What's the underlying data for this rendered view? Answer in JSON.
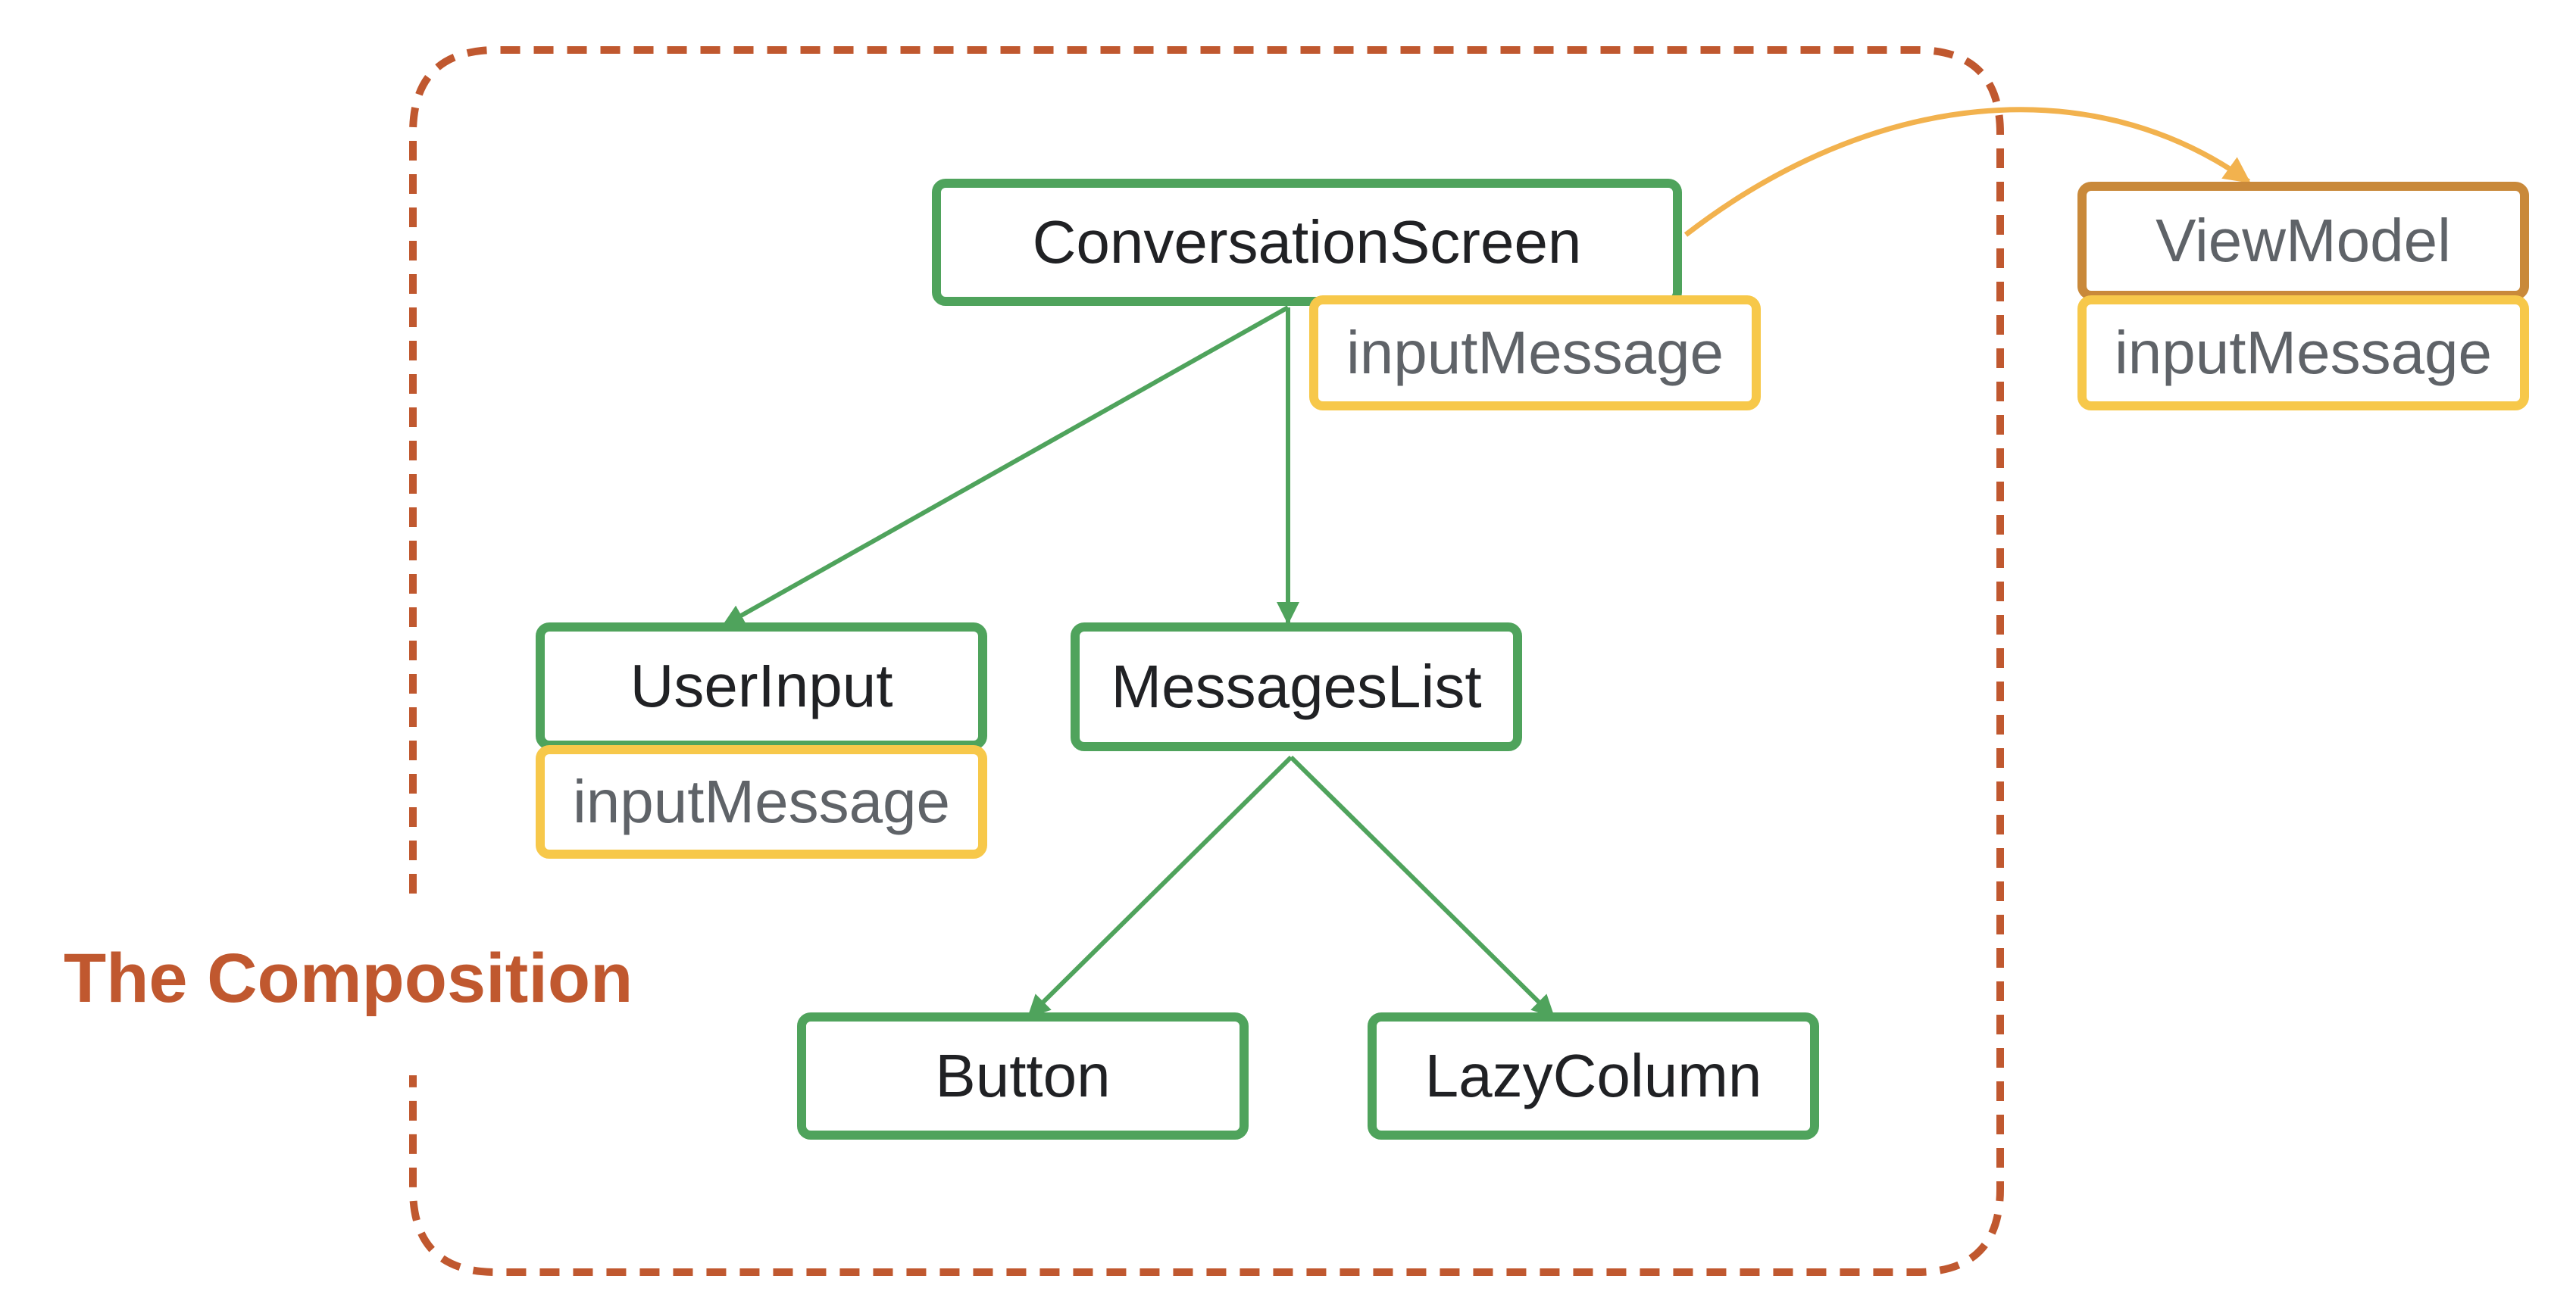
{
  "region": {
    "label": "The Composition"
  },
  "nodes": {
    "conversation_screen": "ConversationScreen",
    "conversation_state": "inputMessage",
    "user_input": "UserInput",
    "user_input_state": "inputMessage",
    "messages_list": "MessagesList",
    "button": "Button",
    "lazy_column": "LazyColumn",
    "view_model": "ViewModel",
    "view_model_state": "inputMessage"
  },
  "colors": {
    "composable_border": "#4fa35c",
    "state_border": "#f7c84a",
    "viewmodel_border": "#c9893a",
    "composition_region": "#c0582f",
    "edge": "#4fa35c",
    "hoist_arrow": "#f2b24e"
  }
}
